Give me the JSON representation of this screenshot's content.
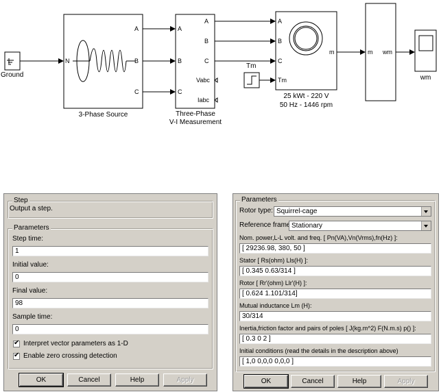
{
  "diagram": {
    "ground": {
      "label": "Ground"
    },
    "source": {
      "label": "3-Phase Source",
      "port_n": "N",
      "port_a": "A",
      "port_b": "B",
      "port_c": "C"
    },
    "measurement": {
      "label_line1": "Three-Phase",
      "label_line2": "V-I Measurement",
      "in_a": "A",
      "in_b": "B",
      "in_c": "C",
      "out_a": "A",
      "out_b": "B",
      "out_c": "C",
      "out_vabc": "Vabc",
      "out_iabc": "Iabc"
    },
    "step": {
      "label": "Tm"
    },
    "machine": {
      "in_a": "A",
      "in_b": "B",
      "in_c": "C",
      "in_tm": "Tm",
      "out_m": "m",
      "label_line1": "25 kWt - 220 V",
      "label_line2": "50 Hz - 1446 rpm"
    },
    "demux": {
      "in_m": "m",
      "out_wm": "wm"
    },
    "scope": {
      "label": "wm"
    }
  },
  "step_dialog": {
    "group_step_title": "Step",
    "description": "Output a step.",
    "group_params_title": "Parameters",
    "step_time_label": "Step time:",
    "step_time_value": "1",
    "initial_value_label": "Initial value:",
    "initial_value_value": "0",
    "final_value_label": "Final value:",
    "final_value_value": "98",
    "sample_time_label": "Sample time:",
    "sample_time_value": "0",
    "interpret_label": "Interpret vector parameters as 1-D",
    "zero_crossing_label": "Enable zero crossing detection",
    "buttons": {
      "ok": "OK",
      "cancel": "Cancel",
      "help": "Help",
      "apply": "Apply"
    }
  },
  "machine_dialog": {
    "group_title": "Parameters",
    "rotor_type_label": "Rotor type:",
    "rotor_type_value": "Squirrel-cage",
    "reference_frame_label": "Reference frame:",
    "reference_frame_value": "Stationary",
    "nom_power_label": "Nom. power,L-L volt. and freq. [ Pn(VA),Vn(Vrms),fn(Hz) ]:",
    "nom_power_value": "[ 29236.98, 380, 50 ]",
    "stator_label": "Stator [ Rs(ohm)  Lls(H) ]:",
    "stator_value": "[ 0.345 0.63/314 ]",
    "rotor_label": "Rotor [ Rr'(ohm)  Llr'(H) ]:",
    "rotor_value": "[ 0.624 1.101/314]",
    "mutual_label": "Mutual inductance Lm (H):",
    "mutual_value": "30/314",
    "inertia_label": "Inertia,friction factor and pairs of poles [ J(kg.m^2)  F(N.m.s)  p() ]:",
    "inertia_value": "[ 0.3  0  2 ]",
    "initial_label": "Initial conditions  (read the details in the description above)",
    "initial_value": "[ 1,0   0,0,0   0,0,0 ]",
    "buttons": {
      "ok": "OK",
      "cancel": "Cancel",
      "help": "Help",
      "apply": "Apply"
    }
  }
}
